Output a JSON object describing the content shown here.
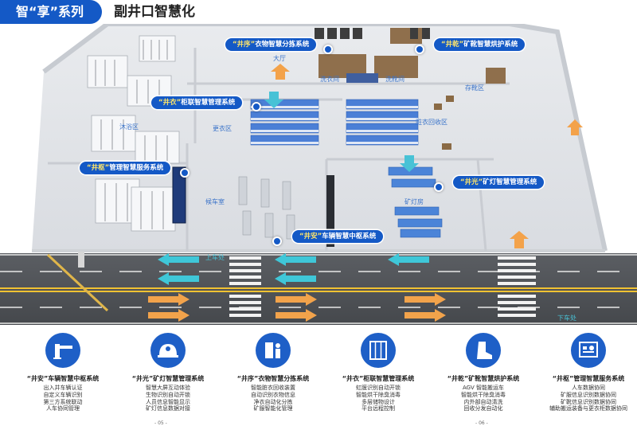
{
  "header": {
    "badge": "智“享”系列",
    "subtitle": "副井口智慧化"
  },
  "tags": {
    "clothing_sort": {
      "h": "“井序”",
      "t": "衣物智慧分拣系统"
    },
    "boot_dry": {
      "h": "“井乾”",
      "t": "矿靴智慧烘护系统"
    },
    "locker": {
      "h": "“井衣”",
      "t": "柜联智慧管理系统"
    },
    "service": {
      "h": "“井枢”",
      "t": "管理智慧服务系统"
    },
    "lamp": {
      "h": "“井光”",
      "t": "矿灯智慧管理系统"
    },
    "vehicle": {
      "h": "“井安”",
      "t": "车辆智慧中枢系统"
    }
  },
  "rooms": {
    "hall": "大厅",
    "laundry": "洗衣间",
    "shoe_wash": "洗靴间",
    "boot_zone": "存靴区",
    "shower": "沐浴区",
    "changing": "更衣区",
    "return": "脏衣回收区",
    "waiting": "候车室",
    "lamp_room": "矿灯房",
    "boarding": "上车处",
    "alighting": "下车处"
  },
  "features": [
    {
      "icon": "gate-barrier-icon",
      "title": "“井安”车辆智慧中枢系统",
      "items": [
        "出入井车辆认证",
        "自定义车辆识别",
        "第三方系统联动",
        "人车协同管理"
      ]
    },
    {
      "icon": "helmet-lamp-icon",
      "title": "“井光”矿灯智慧管理系统",
      "items": [
        "智慧大屏互动体验",
        "生物识别自动开锁",
        "人员信息智能显示",
        "矿灯信息数据对接"
      ]
    },
    {
      "icon": "kiosk-person-icon",
      "title": "“井序”衣物智慧分拣系统",
      "items": [
        "智能脏衣回收装置",
        "自动识别衣物信息",
        "净衣自动化分拣",
        "矿服智能化管理"
      ]
    },
    {
      "icon": "locker-cabinet-icon",
      "title": "“井衣”柜联智慧管理系统",
      "items": [
        "虹膜识别自动开锁",
        "智能烘干除臭消毒",
        "多层储物设计",
        "平台远程控制"
      ]
    },
    {
      "icon": "boot-icon",
      "title": "“井乾”矿靴智慧烘护系统",
      "items": [
        "AGV 智能搬运车",
        "智能烘干除臭消毒",
        "内外部自动清洗",
        "回收分发自动化"
      ]
    },
    {
      "icon": "dashboard-screen-icon",
      "title": "“井枢”管理智慧服务系统",
      "items": [
        "人车数据协同",
        "矿服信息识别数据协同",
        "矿靴信息识别数据协同",
        "辅助搬运装备与更衣柜数据协同"
      ]
    }
  ],
  "pages": {
    "left": "- 05 -",
    "right": "- 06 -"
  }
}
